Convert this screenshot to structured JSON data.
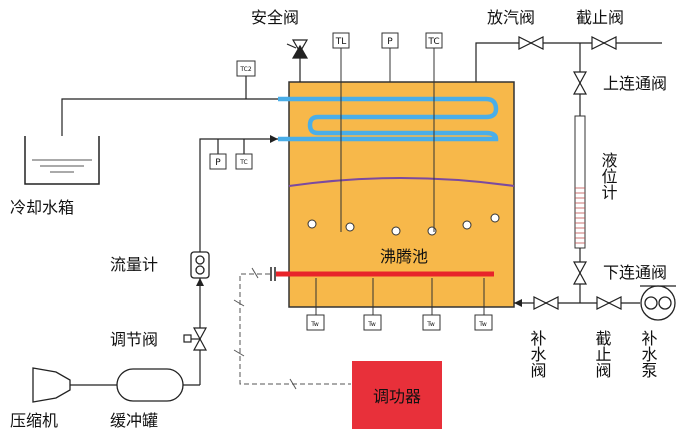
{
  "labels": {
    "safety_valve": "安全阀",
    "vent_valve": "放汽阀",
    "stop_valve_top": "截止阀",
    "upper_valve": "上连通阀",
    "level_gauge": "液位计",
    "lower_valve": "下连通阀",
    "cooling_tank": "冷却水箱",
    "flow_meter": "流量计",
    "regulating_valve": "调节阀",
    "compressor": "压缩机",
    "buffer_tank": "缓冲罐",
    "boiling_pool": "沸腾池",
    "power_regulator": "调功器",
    "makeup_valve": "补水阀",
    "stop_valve_bottom": "截止阀",
    "makeup_pump": "补水泵"
  },
  "sensors": {
    "tl": "TL",
    "p_top": "P",
    "tc_top": "TC",
    "tc2": "TC2",
    "p_side": "P",
    "tc_side": "TC",
    "tw": "Tw"
  },
  "colors": {
    "pool": "#f7b84a",
    "coil": "#4aaee8",
    "heater": "#e8232a",
    "level_line": "#7b4aa0",
    "regulator": "#e8303a"
  }
}
